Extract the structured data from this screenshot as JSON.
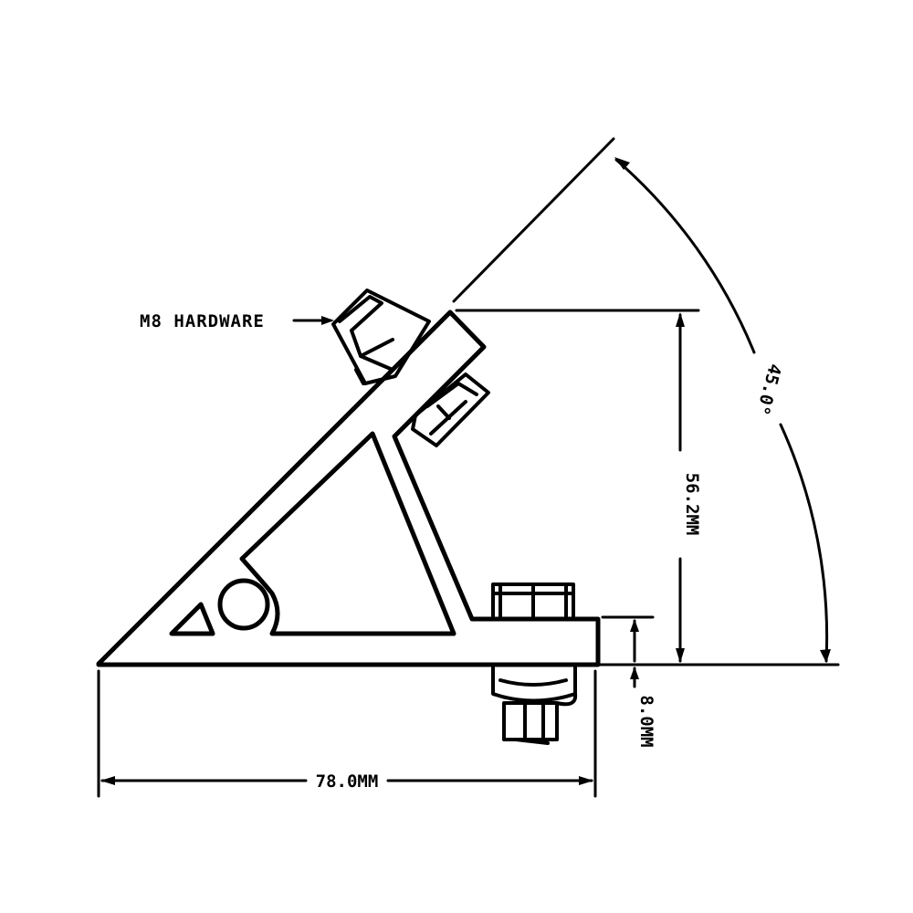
{
  "callout": {
    "label": "M8 HARDWARE"
  },
  "dimensions": {
    "width": "78.0MM",
    "height": "56.2MM",
    "thickness": "8.0MM",
    "angle": "45.0°"
  },
  "colors": {
    "line": "#000000",
    "background": "#ffffff"
  }
}
